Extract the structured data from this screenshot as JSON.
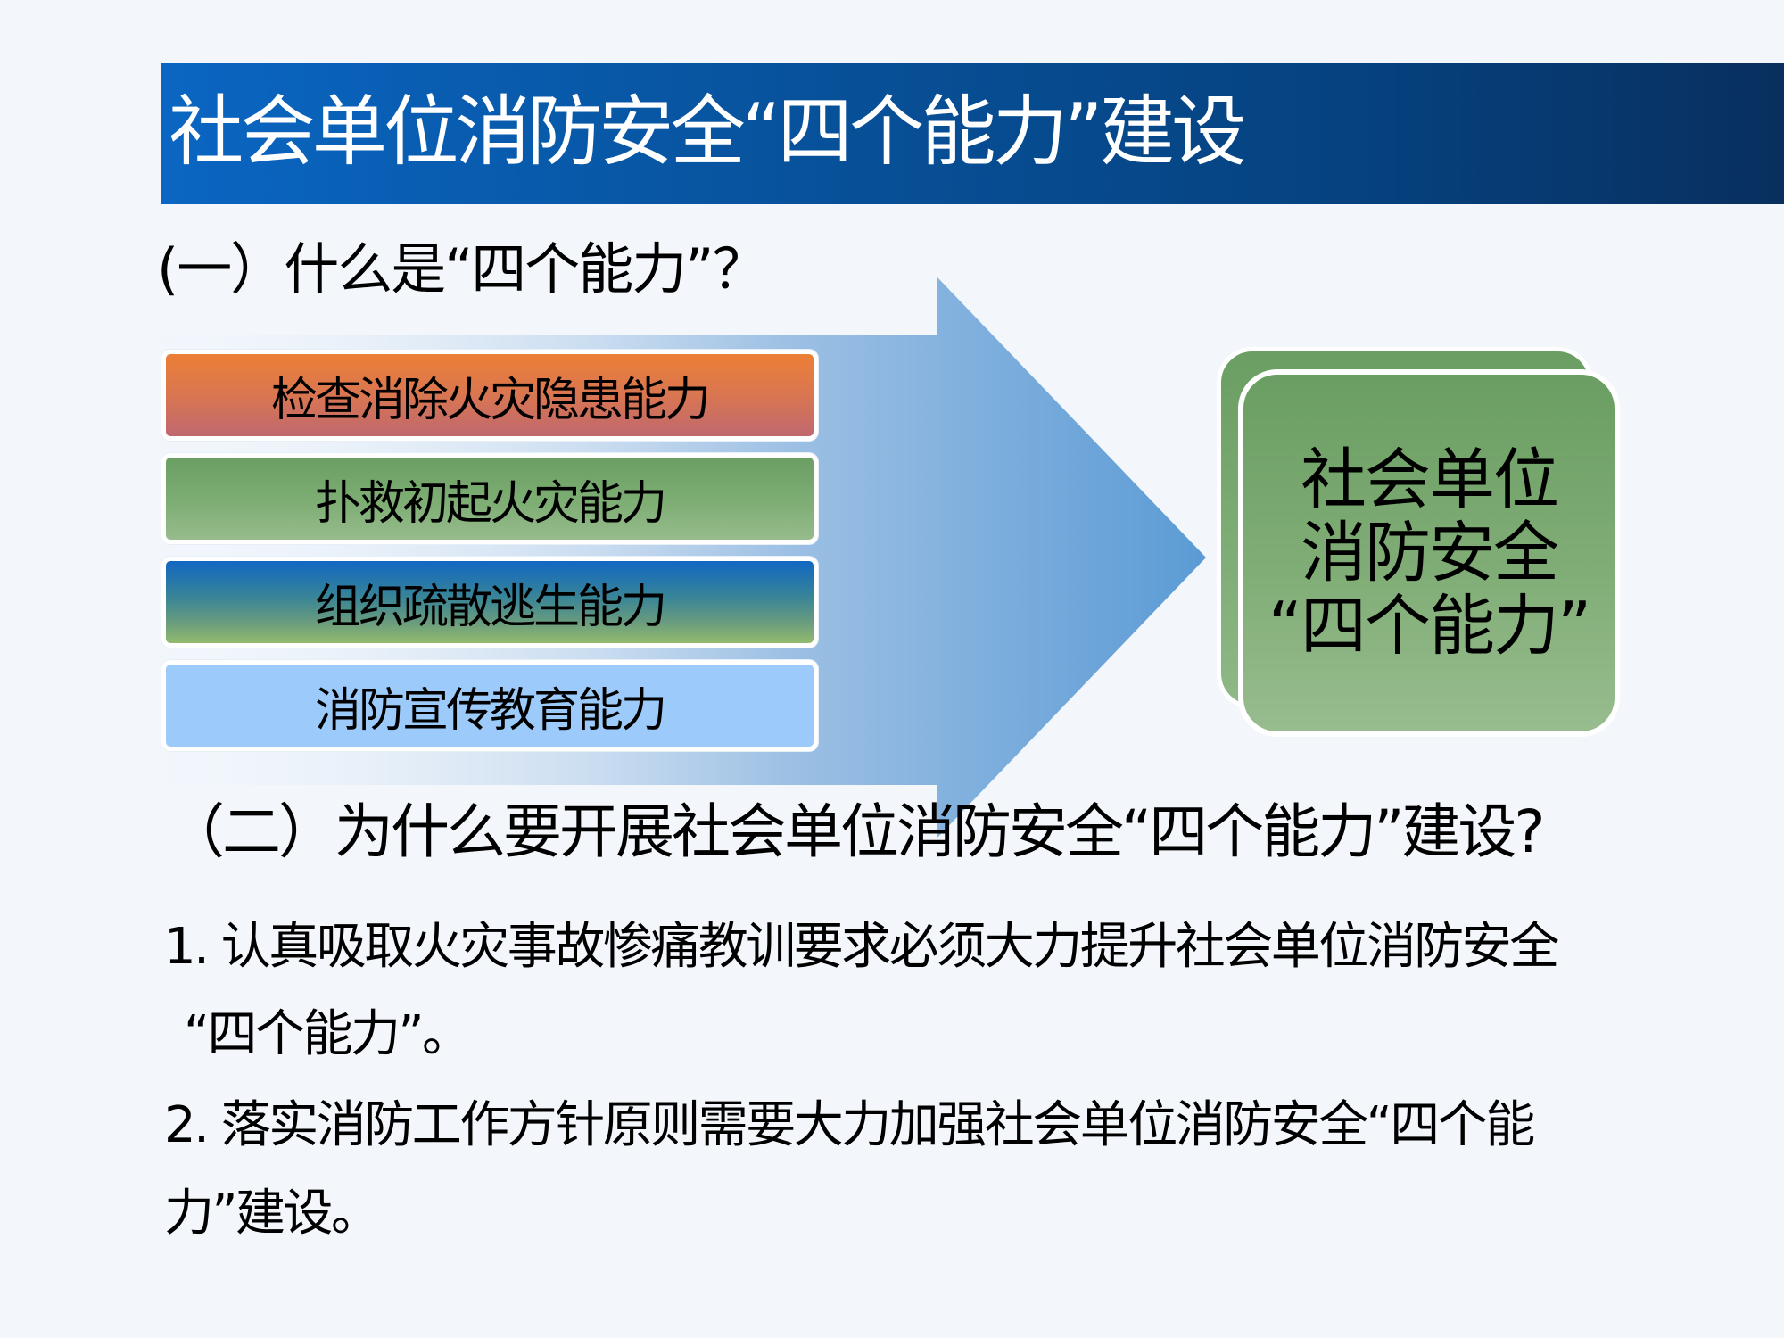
{
  "slide": {
    "title": "社会单位消防安全“四个能力”建设",
    "heading1": "(一）什么是“四个能力”？",
    "capabilities": [
      {
        "label": "检查消除火灾隐患能力",
        "color": "#e97f3a"
      },
      {
        "label": "扑救初起火灾能力",
        "color": "#76a86c"
      },
      {
        "label": "组织疏散逃生能力",
        "color": "#1167c2"
      },
      {
        "label": "消防宣传教育能力",
        "color": "#9ccbfb"
      }
    ],
    "summary_card": {
      "lines": [
        "社会单位",
        "消防安全",
        "“四个能力”"
      ],
      "color": "#6a9e62"
    },
    "heading2": "（二）为什么要开展社会单位消防安全“四个能力”建设?",
    "points": [
      {
        "line1": "1. 认真吸取火灾事故惨痛教训要求必须大力提升社会单位消防安全",
        "line2": "“四个能力”。"
      },
      {
        "line1": "2. 落实消防工作方针原则需要大力加强社会单位消防安全“四个能",
        "line2": "力”建设。"
      }
    ],
    "colors": {
      "title_bar": "#0a66c2",
      "arrow": "#5b9bd5",
      "background": "#f3f7fc"
    }
  }
}
